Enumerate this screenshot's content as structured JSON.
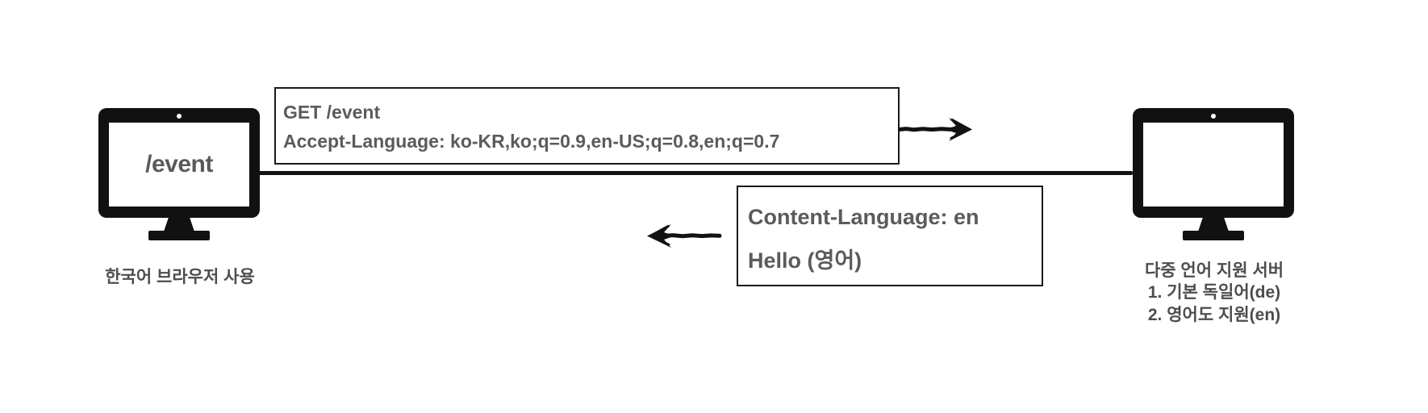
{
  "diagram": {
    "client": {
      "screen_text": "/event",
      "caption": "한국어 브라우저 사용"
    },
    "server": {
      "screen_text": "",
      "caption_line1": "다중 언어 지원 서버",
      "caption_line2": "1. 기본 독일어(de)",
      "caption_line3": "2. 영어도 지원(en)"
    },
    "request": {
      "line1": "GET /event",
      "line2": "Accept-Language: ko-KR,ko;q=0.9,en-US;q=0.8,en;q=0.7"
    },
    "response": {
      "line1": "Content-Language: en",
      "line2": "Hello (영어)"
    },
    "arrows": {
      "request_direction": "right-arrow-icon",
      "response_direction": "left-arrow-icon"
    },
    "colors": {
      "text_gray": "#5b5b5b",
      "caption_gray": "#4d4d4d",
      "ink_black": "#111111",
      "background": "#ffffff"
    }
  }
}
